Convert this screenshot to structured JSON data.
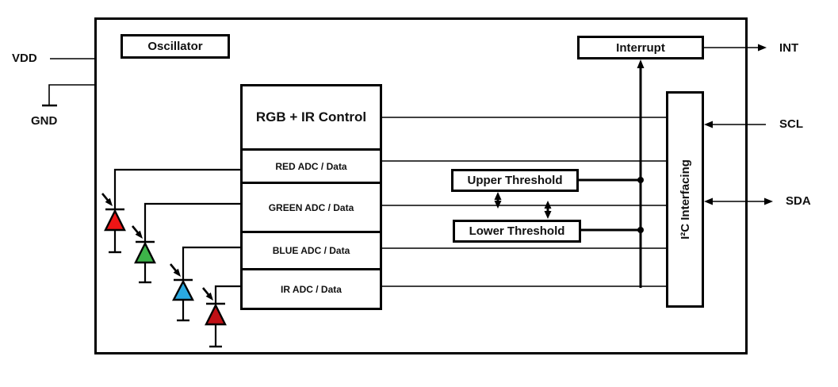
{
  "pins": {
    "vdd": {
      "label": "VDD"
    },
    "gnd": {
      "label": "GND"
    },
    "int": {
      "label": "INT"
    },
    "scl": {
      "label": "SCL"
    },
    "sda": {
      "label": "SDA"
    }
  },
  "blocks": {
    "oscillator": {
      "label": "Oscillator"
    },
    "interrupt": {
      "label": "Interrupt"
    },
    "control": {
      "title": "RGB + IR Control"
    },
    "adc_rows": [
      {
        "label": "RED ADC / Data"
      },
      {
        "label": "GREEN ADC / Data"
      },
      {
        "label": "BLUE ADC / Data"
      },
      {
        "label": "IR ADC / Data"
      }
    ],
    "upper_threshold": {
      "label": "Upper Threshold"
    },
    "lower_threshold": {
      "label": "Lower Threshold"
    },
    "i2c": {
      "label": "I²C Interfacing"
    }
  },
  "photodiodes": [
    {
      "name": "red-photodiode",
      "color": "#ee1515"
    },
    {
      "name": "green-photodiode",
      "color": "#3db449"
    },
    {
      "name": "blue-photodiode",
      "color": "#2aa9e0"
    },
    {
      "name": "ir-photodiode",
      "color": "#c01015"
    }
  ],
  "colors": {
    "line": "#000000",
    "background": "#ffffff"
  }
}
